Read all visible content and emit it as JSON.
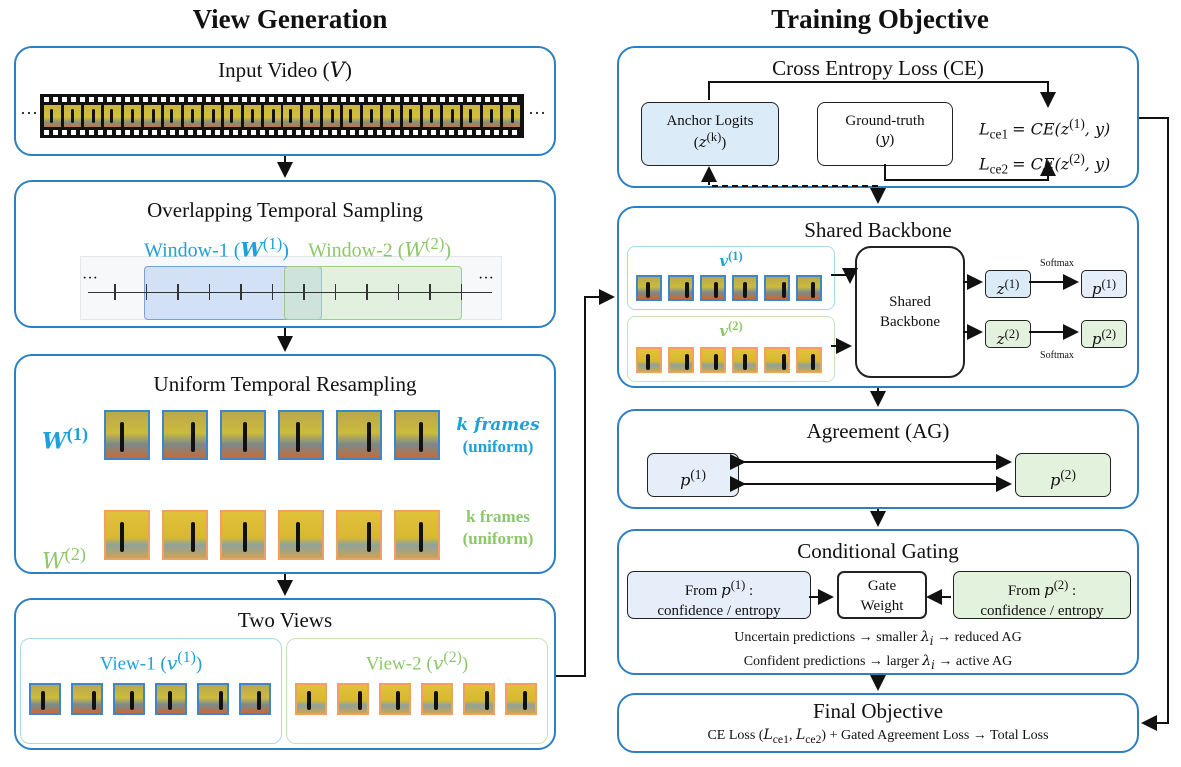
{
  "left_header": "View Generation",
  "right_header": "Training Objective",
  "input_video": {
    "title": "Input Video (",
    "var": "V",
    "close": ")",
    "ellipsis": "···"
  },
  "overlap": {
    "title": "Overlapping Temporal Sampling",
    "w1_label": "Window-1 (",
    "w1_var": "W",
    "w1_sup": "(1)",
    "w2_label": "Window-2 (",
    "w2_var": "W",
    "w2_sup": "(2)",
    "close": ")",
    "ellipsis": "···"
  },
  "uniform": {
    "title": "Uniform Temporal Resampling",
    "w1": "W",
    "w1_sup": "(1)",
    "w2": "W",
    "w2_sup": "(2)",
    "k1_line1": "k frames",
    "k1_line2": "(uniform)",
    "k2_line1": "k frames",
    "k2_line2": "(uniform)"
  },
  "two_views": {
    "title": "Two Views",
    "v1_label": "View-1 (",
    "v1_var": "v",
    "v1_sup": "(1)",
    "v2_label": "View-2 (",
    "v2_var": "v",
    "v2_sup": "(2)",
    "close": ")"
  },
  "ce": {
    "title": "Cross Entropy Loss (CE)",
    "anchor_line1": "Anchor Logits",
    "anchor_var": "z",
    "anchor_sup": "(k)",
    "gt_line1": "Ground-truth",
    "gt_var": "y",
    "l1_name": "L",
    "l1_sub": "ce1",
    "l1_rhs": "= CE(z",
    "l1_sup": "(1)",
    "l1_end": ", y)",
    "l2_name": "L",
    "l2_sub": "ce2",
    "l2_rhs": "= CE(z",
    "l2_sup": "(2)",
    "l2_end": ", y)"
  },
  "backbone": {
    "title": "Shared Backbone",
    "v1": "v",
    "v1_sup": "(1)",
    "v2": "v",
    "v2_sup": "(2)",
    "center_line1": "Shared",
    "center_line2": "Backbone",
    "z1": "z",
    "z1_sup": "(1)",
    "z2": "z",
    "z2_sup": "(2)",
    "p1": "p",
    "p1_sup": "(1)",
    "p2": "p",
    "p2_sup": "(2)",
    "softmax_top": "Softmax",
    "softmax_bottom": "Softmax"
  },
  "agreement": {
    "title": "Agreement (AG)",
    "p1": "p",
    "p1_sup": "(1)",
    "p2": "p",
    "p2_sup": "(2)"
  },
  "gating": {
    "title": "Conditional Gating",
    "left_line1": "From ",
    "left_var": "p",
    "left_sup": "(1)",
    "left_colon": " :",
    "left_line2": "confidence / entropy",
    "right_line1": "From ",
    "right_var": "p",
    "right_sup": "(2)",
    "right_colon": " :",
    "right_line2": "confidence / entropy",
    "gate_line1": "Gate",
    "gate_line2": "Weight",
    "rule1_a": "Uncertain predictions → smaller ",
    "rule1_var": "λ",
    "rule1_sub": "i",
    "rule1_b": " → reduced AG",
    "rule2_a": "Confident predictions → larger ",
    "rule2_var": "λ",
    "rule2_sub": "i",
    "rule2_b": " → active AG"
  },
  "final": {
    "title": "Final Objective",
    "line_a": "CE Loss (",
    "l1": "L",
    "l1_sub": "ce1",
    "comma": ", ",
    "l2": "L",
    "l2_sub": "ce2",
    "line_b": ") + Gated Agreement Loss → Total Loss"
  },
  "colors": {
    "panel_border": "#2d7fc1",
    "cyan": "#1ea0d8",
    "green": "#8cc86a",
    "anchor_fill": "#dcebf8",
    "green_fill": "#e3f2dd",
    "blue_fill": "#e6eefa"
  }
}
